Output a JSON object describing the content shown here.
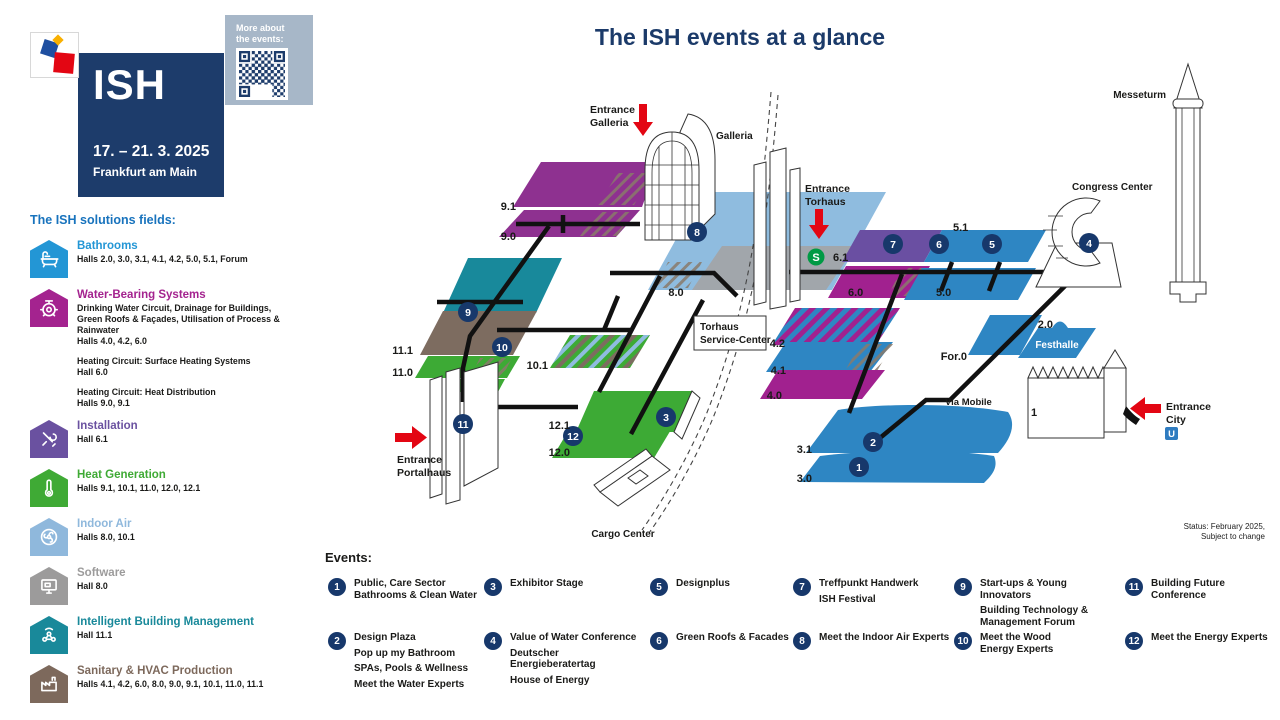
{
  "colors": {
    "navy": "#17386b",
    "navy-box": "#1d3c6b",
    "title-navy": "#1b3a69",
    "head-blue": "#1873bd",
    "blue": "#2e86c3",
    "light-blue": "#8fbcdf",
    "purple": "#8e3190",
    "magenta": "#a1218f",
    "violet": "#6a4fa2",
    "teal": "#18899b",
    "brown": "#7d6c60",
    "green": "#3daa35",
    "gray": "#a1a6ab",
    "red": "#e30613",
    "qr-panel": "#a7b7c8",
    "sbahn-green": "#009a44",
    "ubahn-blue": "#2f7cc0"
  },
  "header": {
    "event_name": "ISH",
    "dates": "17. – 21. 3. 2025",
    "location": "Frankfurt am Main",
    "qr_caption_line1": "More about",
    "qr_caption_line2": "the events:"
  },
  "title": "The ISH events at a glance",
  "status": {
    "line1": "Status: February 2025,",
    "line2": "Subject to change"
  },
  "solutions": {
    "heading": "The ISH solutions fields:",
    "items": [
      {
        "label": "Bathrooms",
        "color": "#2396d5",
        "icon": "bathtub-icon",
        "blocks": [
          [
            "Halls 2.0, 3.0, 3.1, 4.1, 4.2, 5.0, 5.1, Forum"
          ]
        ]
      },
      {
        "label": "Water-Bearing Systems",
        "color": "#a4238f",
        "icon": "water-system-icon",
        "blocks": [
          [
            "Drinking Water Circuit, Drainage for Buildings,",
            "Green Roofs & Façades, Utilisation of Process &",
            "Rainwater",
            "Halls 4.0, 4.2, 6.0"
          ],
          [
            "Heating Circuit: Surface Heating Systems",
            "Hall 6.0"
          ],
          [
            "Heating Circuit: Heat Distribution",
            "Halls 9.0, 9.1"
          ]
        ]
      },
      {
        "label": "Installation",
        "color": "#6a51a0",
        "icon": "tools-icon",
        "blocks": [
          [
            "Hall 6.1"
          ]
        ]
      },
      {
        "label": "Heat Generation",
        "color": "#3faa35",
        "icon": "thermometer-icon",
        "blocks": [
          [
            "Halls 9.1, 10.1, 11.0, 12.0, 12.1"
          ]
        ]
      },
      {
        "label": "Indoor Air",
        "color": "#8fb8dc",
        "icon": "fan-icon",
        "blocks": [
          [
            "Halls 8.0, 10.1"
          ]
        ]
      },
      {
        "label": "Software",
        "color": "#9c9b9b",
        "icon": "monitor-icon",
        "blocks": [
          [
            "Hall 8.0"
          ]
        ]
      },
      {
        "label": "Intelligent Building Management",
        "color": "#19899a",
        "icon": "network-icon",
        "blocks": [
          [
            "Hall 11.1"
          ]
        ]
      },
      {
        "label": "Sanitary & HVAC Production",
        "color": "#7d695c",
        "icon": "factory-icon",
        "blocks": [
          [
            "Halls 4.1, 4.2, 6.0, 8.0, 9.0, 9.1, 10.1, 11.0, 11.1"
          ]
        ]
      }
    ]
  },
  "map": {
    "hall_labels": {
      "h9_1": "9.1",
      "h9_0": "9.0",
      "h8_0": "8.0",
      "h11_1": "11.1",
      "h11_0": "11.0",
      "h10_1": "10.1",
      "h12_1": "12.1",
      "h12_0": "12.0",
      "h6_1": "6.1",
      "h6_0": "6.0",
      "h5_1": "5.1",
      "h5_0": "5.0",
      "h4_2": "4.2",
      "h4_1": "4.1",
      "h4_0": "4.0",
      "h3_1": "3.1",
      "h3_0": "3.0",
      "h2_0": "2.0",
      "forum": "For.0",
      "h1": "1"
    },
    "building_labels": {
      "galleria": "Galleria",
      "torhaus_line1": "Torhaus",
      "torhaus_line2": "Service-Center",
      "congress": "Congress Center",
      "messeturm": "Messeturm",
      "festhalle": "Festhalle",
      "cargo": "Cargo Center",
      "via_mobile": "Via Mobile"
    },
    "entrances": {
      "galleria": [
        "Entrance",
        "Galleria"
      ],
      "torhaus": [
        "Entrance",
        "Torhaus"
      ],
      "portalhaus": [
        "Entrance",
        "Portalhaus"
      ],
      "city": [
        "Entrance",
        "City"
      ]
    },
    "transit": {
      "sbahn": "S",
      "ubahn": "U"
    },
    "badges": [
      "1",
      "2",
      "3",
      "4",
      "5",
      "6",
      "7",
      "8",
      "9",
      "10",
      "11",
      "12"
    ]
  },
  "events_legend": {
    "heading": "Events:",
    "items": [
      {
        "num": "1",
        "events": [
          [
            "Public, Care Sector",
            "Bathrooms & Clean Water"
          ]
        ]
      },
      {
        "num": "2",
        "events": [
          [
            "Design Plaza"
          ],
          [
            "Pop up my Bathroom"
          ],
          [
            "SPAs, Pools & Wellness"
          ],
          [
            "Meet the Water Experts"
          ]
        ]
      },
      {
        "num": "3",
        "events": [
          [
            "Exhibitor Stage"
          ]
        ]
      },
      {
        "num": "4",
        "events": [
          [
            "Value of Water Conference"
          ],
          [
            "Deutscher Energieberatertag"
          ],
          [
            "House of Energy"
          ]
        ]
      },
      {
        "num": "5",
        "events": [
          [
            "Designplus"
          ]
        ]
      },
      {
        "num": "6",
        "events": [
          [
            "Green Roofs & Facades"
          ]
        ]
      },
      {
        "num": "7",
        "events": [
          [
            "Treffpunkt Handwerk"
          ],
          [
            "ISH Festival"
          ]
        ]
      },
      {
        "num": "8",
        "events": [
          [
            "Meet the Indoor Air Experts"
          ]
        ]
      },
      {
        "num": "9",
        "events": [
          [
            "Start-ups & Young Innovators"
          ],
          [
            "Building Technology &",
            "Management Forum"
          ]
        ]
      },
      {
        "num": "10",
        "events": [
          [
            "Meet the Wood",
            "Energy Experts"
          ]
        ]
      },
      {
        "num": "11",
        "events": [
          [
            "Building Future",
            "Conference"
          ]
        ]
      },
      {
        "num": "12",
        "events": [
          [
            "Meet the Energy Experts"
          ]
        ]
      }
    ]
  }
}
